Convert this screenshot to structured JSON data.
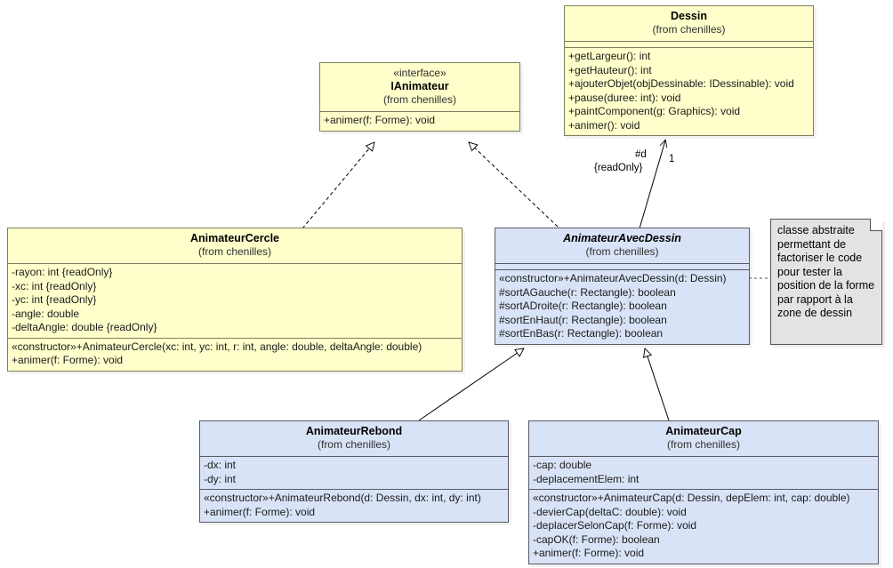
{
  "diagram": {
    "type": "uml-class-diagram",
    "package": "chenilles",
    "colors": {
      "interface_fill": "#ffffcc",
      "interface_border": "#7f7f5d",
      "class_fill": "#d9e3f7",
      "class_border": "#5a5a66",
      "note_fill": "#e3e3e3",
      "note_border": "#555555",
      "edge": "#000000"
    }
  },
  "classes": {
    "dessin": {
      "name": "Dessin",
      "package": "(from chenilles)",
      "attributes": [],
      "operations": [
        "+getLargeur(): int",
        "+getHauteur(): int",
        "+ajouterObjet(objDessinable: IDessinable): void",
        "+pause(duree: int): void",
        "+paintComponent(g: Graphics): void",
        "+animer(): void"
      ]
    },
    "ianimateur": {
      "stereotype": "«interface»",
      "name": "IAnimateur",
      "package": "(from chenilles)",
      "operations": [
        "+animer(f: Forme): void"
      ]
    },
    "animateurcercle": {
      "name": "AnimateurCercle",
      "package": "(from chenilles)",
      "attributes": [
        "-rayon: int {readOnly}",
        "-xc: int {readOnly}",
        "-yc: int {readOnly}",
        "-angle: double",
        "-deltaAngle: double {readOnly}"
      ],
      "operations": [
        "«constructor»+AnimateurCercle(xc: int, yc: int, r: int, angle: double, deltaAngle: double)",
        "+animer(f: Forme): void"
      ]
    },
    "animateuravecdessin": {
      "name": "AnimateurAvecDessin",
      "package": "(from chenilles)",
      "abstract": true,
      "attributes": [],
      "operations": [
        "«constructor»+AnimateurAvecDessin(d: Dessin)",
        "#sortAGauche(r: Rectangle): boolean",
        "#sortADroite(r: Rectangle): boolean",
        "#sortEnHaut(r: Rectangle): boolean",
        "#sortEnBas(r: Rectangle): boolean"
      ]
    },
    "animateurrebond": {
      "name": "AnimateurRebond",
      "package": "(from chenilles)",
      "attributes": [
        "-dx: int",
        "-dy: int"
      ],
      "operations": [
        "«constructor»+AnimateurRebond(d: Dessin, dx: int, dy: int)",
        "+animer(f: Forme): void"
      ]
    },
    "animateurcap": {
      "name": "AnimateurCap",
      "package": "(from chenilles)",
      "attributes": [
        "-cap: double",
        "-deplacementElem: int"
      ],
      "operations": [
        "«constructor»+AnimateurCap(d: Dessin, depElem: int, cap: double)",
        "-devierCap(deltaC: double): void",
        "-deplacerSelonCap(f: Forme): void",
        "-capOK(f: Forme): boolean",
        "+animer(f: Forme): void"
      ]
    }
  },
  "note": {
    "text": "classe abstraite permettant de factoriser le code pour tester la position de la forme par rapport à la zone de dessin"
  },
  "edges": {
    "association_dessin": {
      "role": "#d",
      "constraint": "{readOnly}",
      "multiplicity": "1"
    }
  }
}
